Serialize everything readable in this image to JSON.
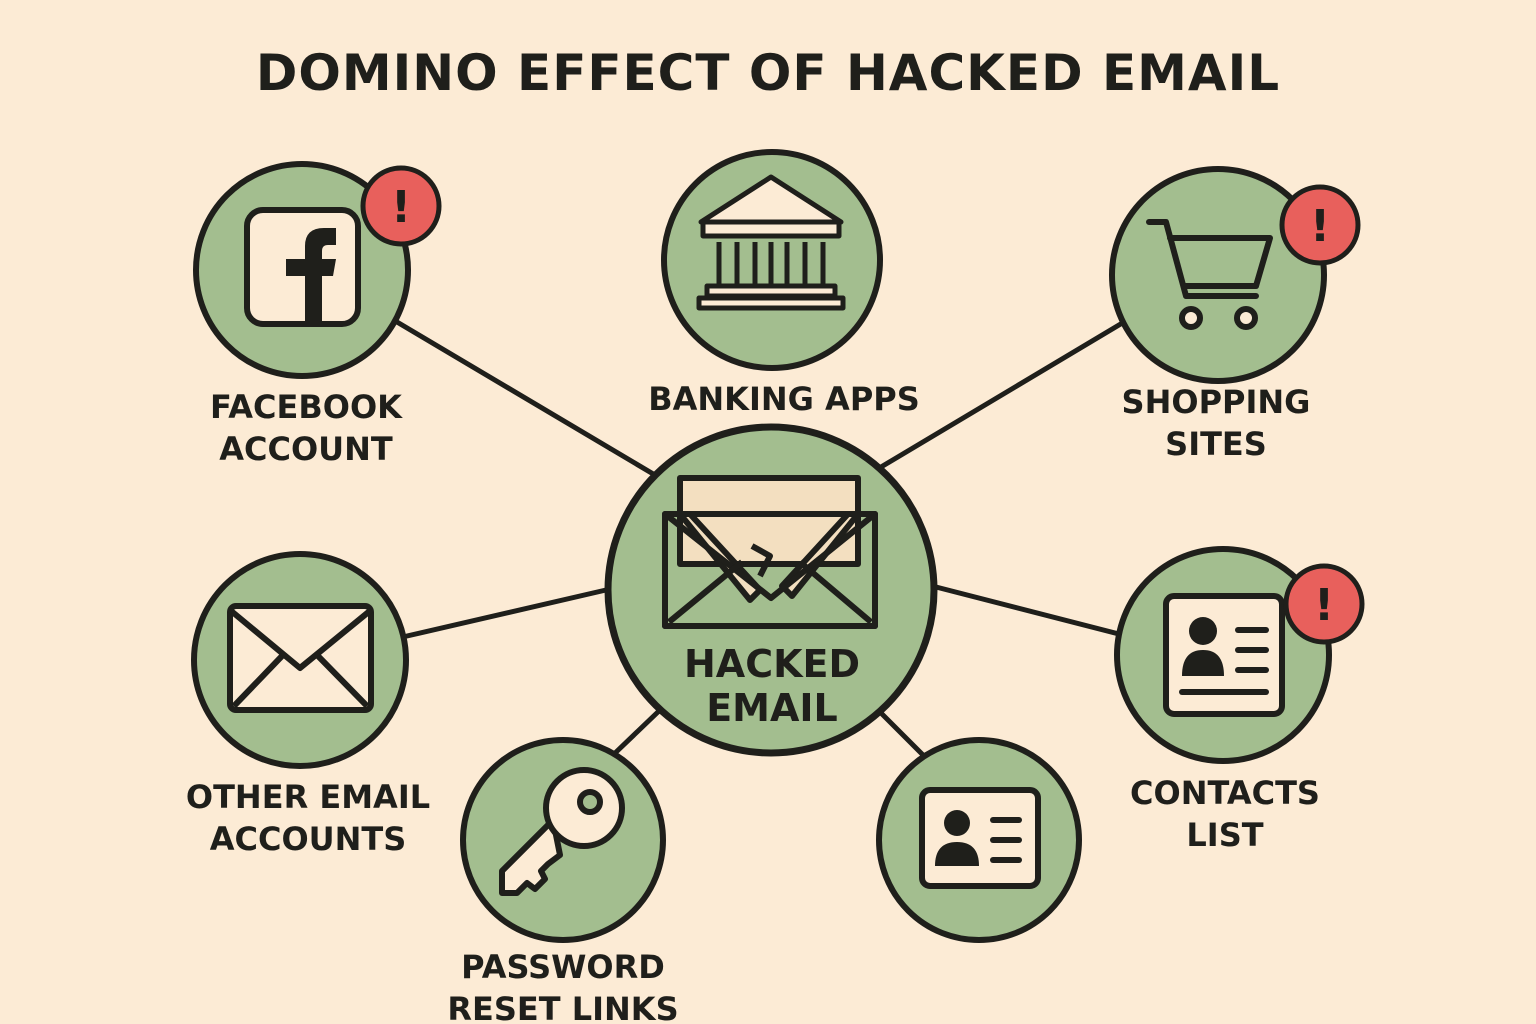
{
  "title": "DOMINO EFFECT OF HACKED EMAIL",
  "center": {
    "line1": "HACKED",
    "line2": "EMAIL",
    "icon": "open-envelope-icon"
  },
  "nodes": [
    {
      "line1": "FACEBOOK",
      "line2": "ACCOUNT",
      "icon": "facebook-icon",
      "alert": true
    },
    {
      "line1": "BANKING APPS",
      "line2": "",
      "icon": "bank-icon",
      "alert": false
    },
    {
      "line1": "SHOPPING",
      "line2": "SITES",
      "icon": "shopping-cart-icon",
      "alert": true
    },
    {
      "line1": "OTHER EMAIL",
      "line2": "ACCOUNTS",
      "icon": "envelope-icon",
      "alert": false
    },
    {
      "line1": "PASSWORD",
      "line2": "RESET LINKS",
      "icon": "key-icon",
      "alert": false
    },
    {
      "line1": "",
      "line2": "",
      "icon": "id-card-icon",
      "alert": false
    },
    {
      "line1": "CONTACTS",
      "line2": "LIST",
      "icon": "contact-card-icon",
      "alert": true
    }
  ],
  "alert_symbol": "!",
  "colors": {
    "background": "#fcebd5",
    "node_fill": "#a3be8f",
    "outline": "#1f1f1b",
    "alert": "#e8605c",
    "envelope_inner": "#f3dfc0"
  }
}
